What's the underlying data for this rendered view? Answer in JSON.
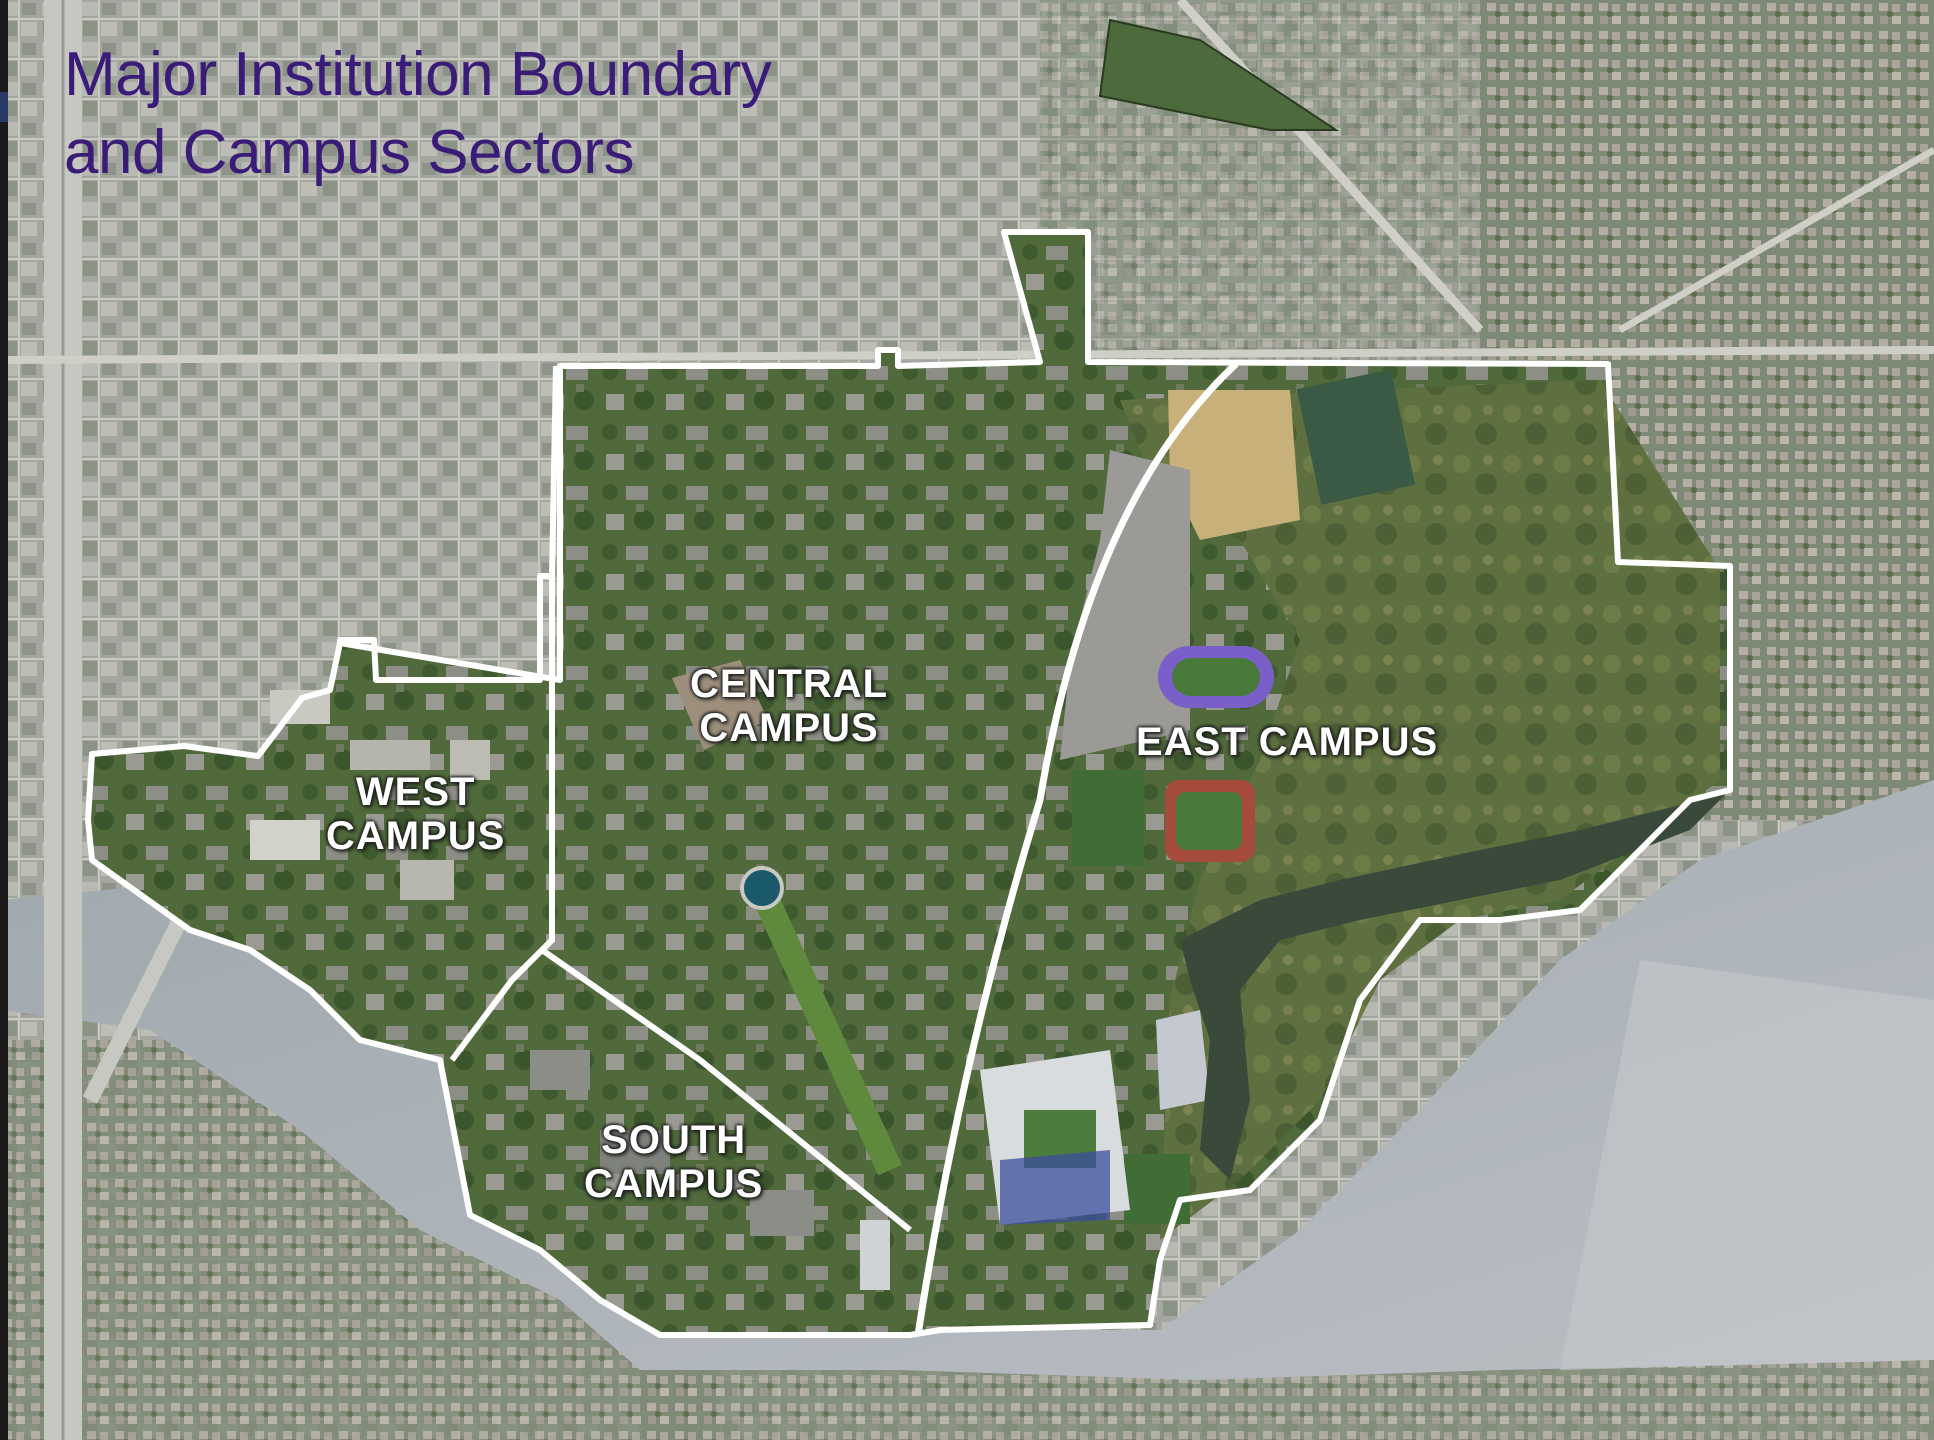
{
  "title": {
    "line1": "Major Institution Boundary",
    "line2": "and Campus Sectors"
  },
  "sectors": {
    "central": {
      "line1": "CENTRAL",
      "line2": "CAMPUS"
    },
    "east": {
      "line1": "EAST CAMPUS"
    },
    "west": {
      "line1": "WEST",
      "line2": "CAMPUS"
    },
    "south": {
      "line1": "SOUTH",
      "line2": "CAMPUS"
    }
  },
  "colors": {
    "title": "#3a1c78",
    "boundary": "#ffffff",
    "water": "#aeb5bc",
    "urban": "#9ea39b",
    "campus_green": "#4f6b3c"
  }
}
